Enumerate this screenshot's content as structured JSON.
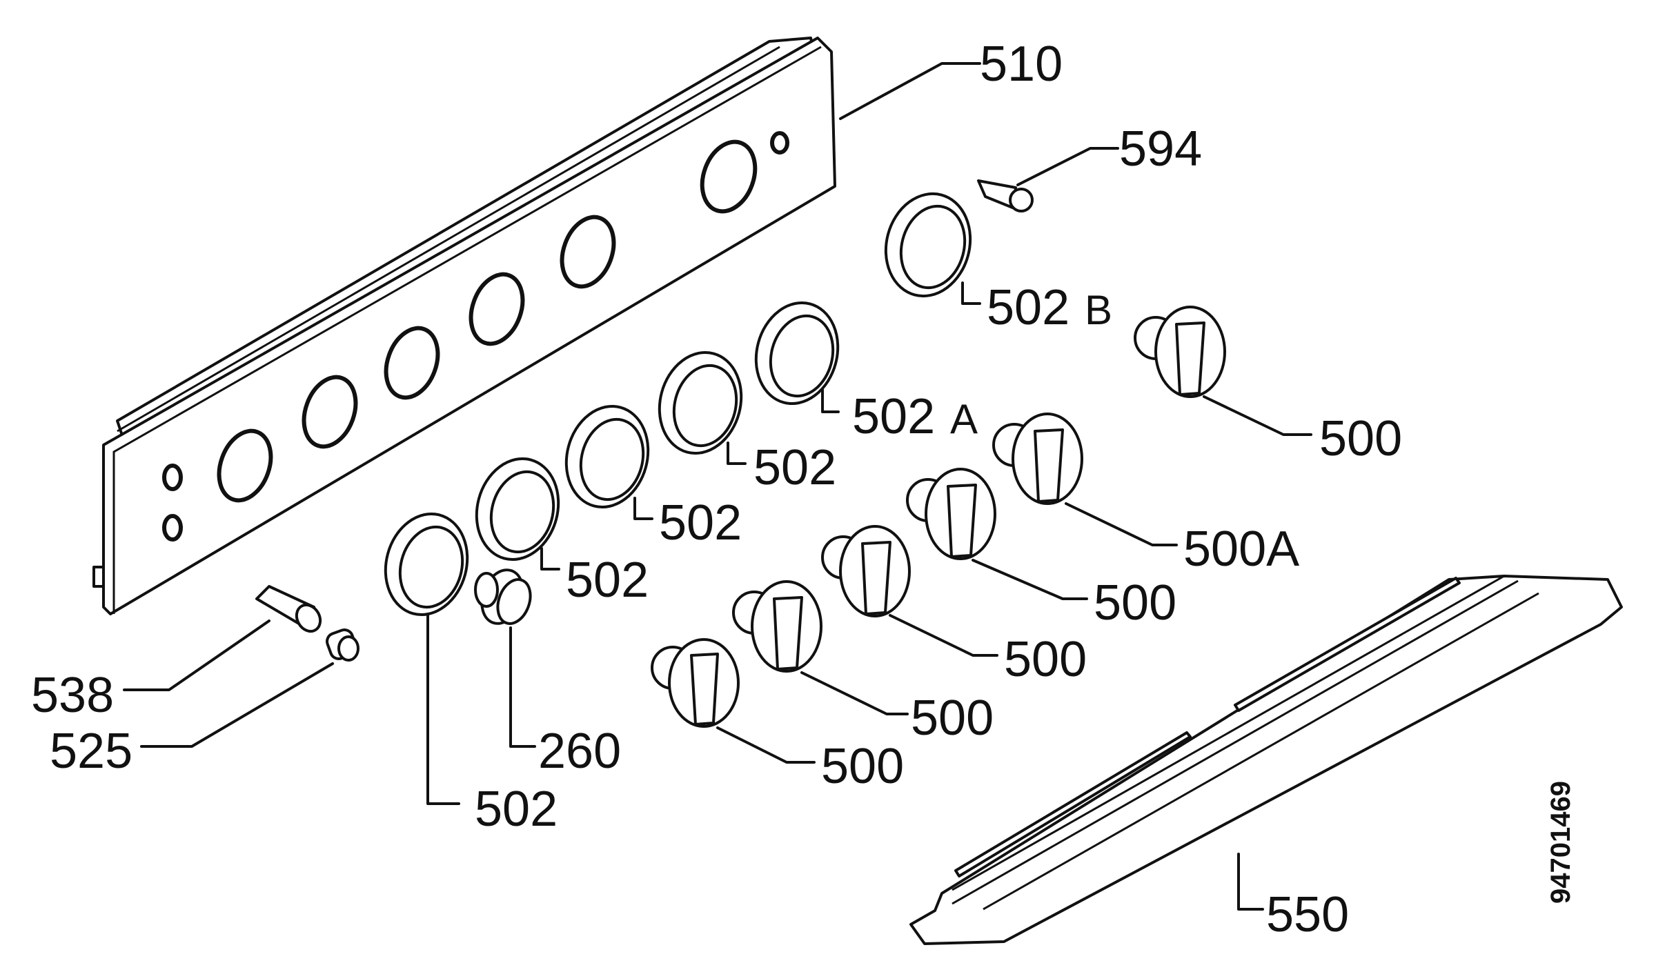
{
  "labels": {
    "p510": "510",
    "p594": "594",
    "p502B": "502",
    "p502B_suffix": "B",
    "p502A": "502",
    "p502A_suffix": "A",
    "p502_1": "502",
    "p502_2": "502",
    "p502_3": "502",
    "p502_4": "502",
    "p500_top": "500",
    "p500A": "500A",
    "p500_1": "500",
    "p500_2": "500",
    "p500_3": "500",
    "p500_4": "500",
    "p538": "538",
    "p525": "525",
    "p260": "260",
    "p550": "550"
  },
  "drawing_ref": "94701469"
}
